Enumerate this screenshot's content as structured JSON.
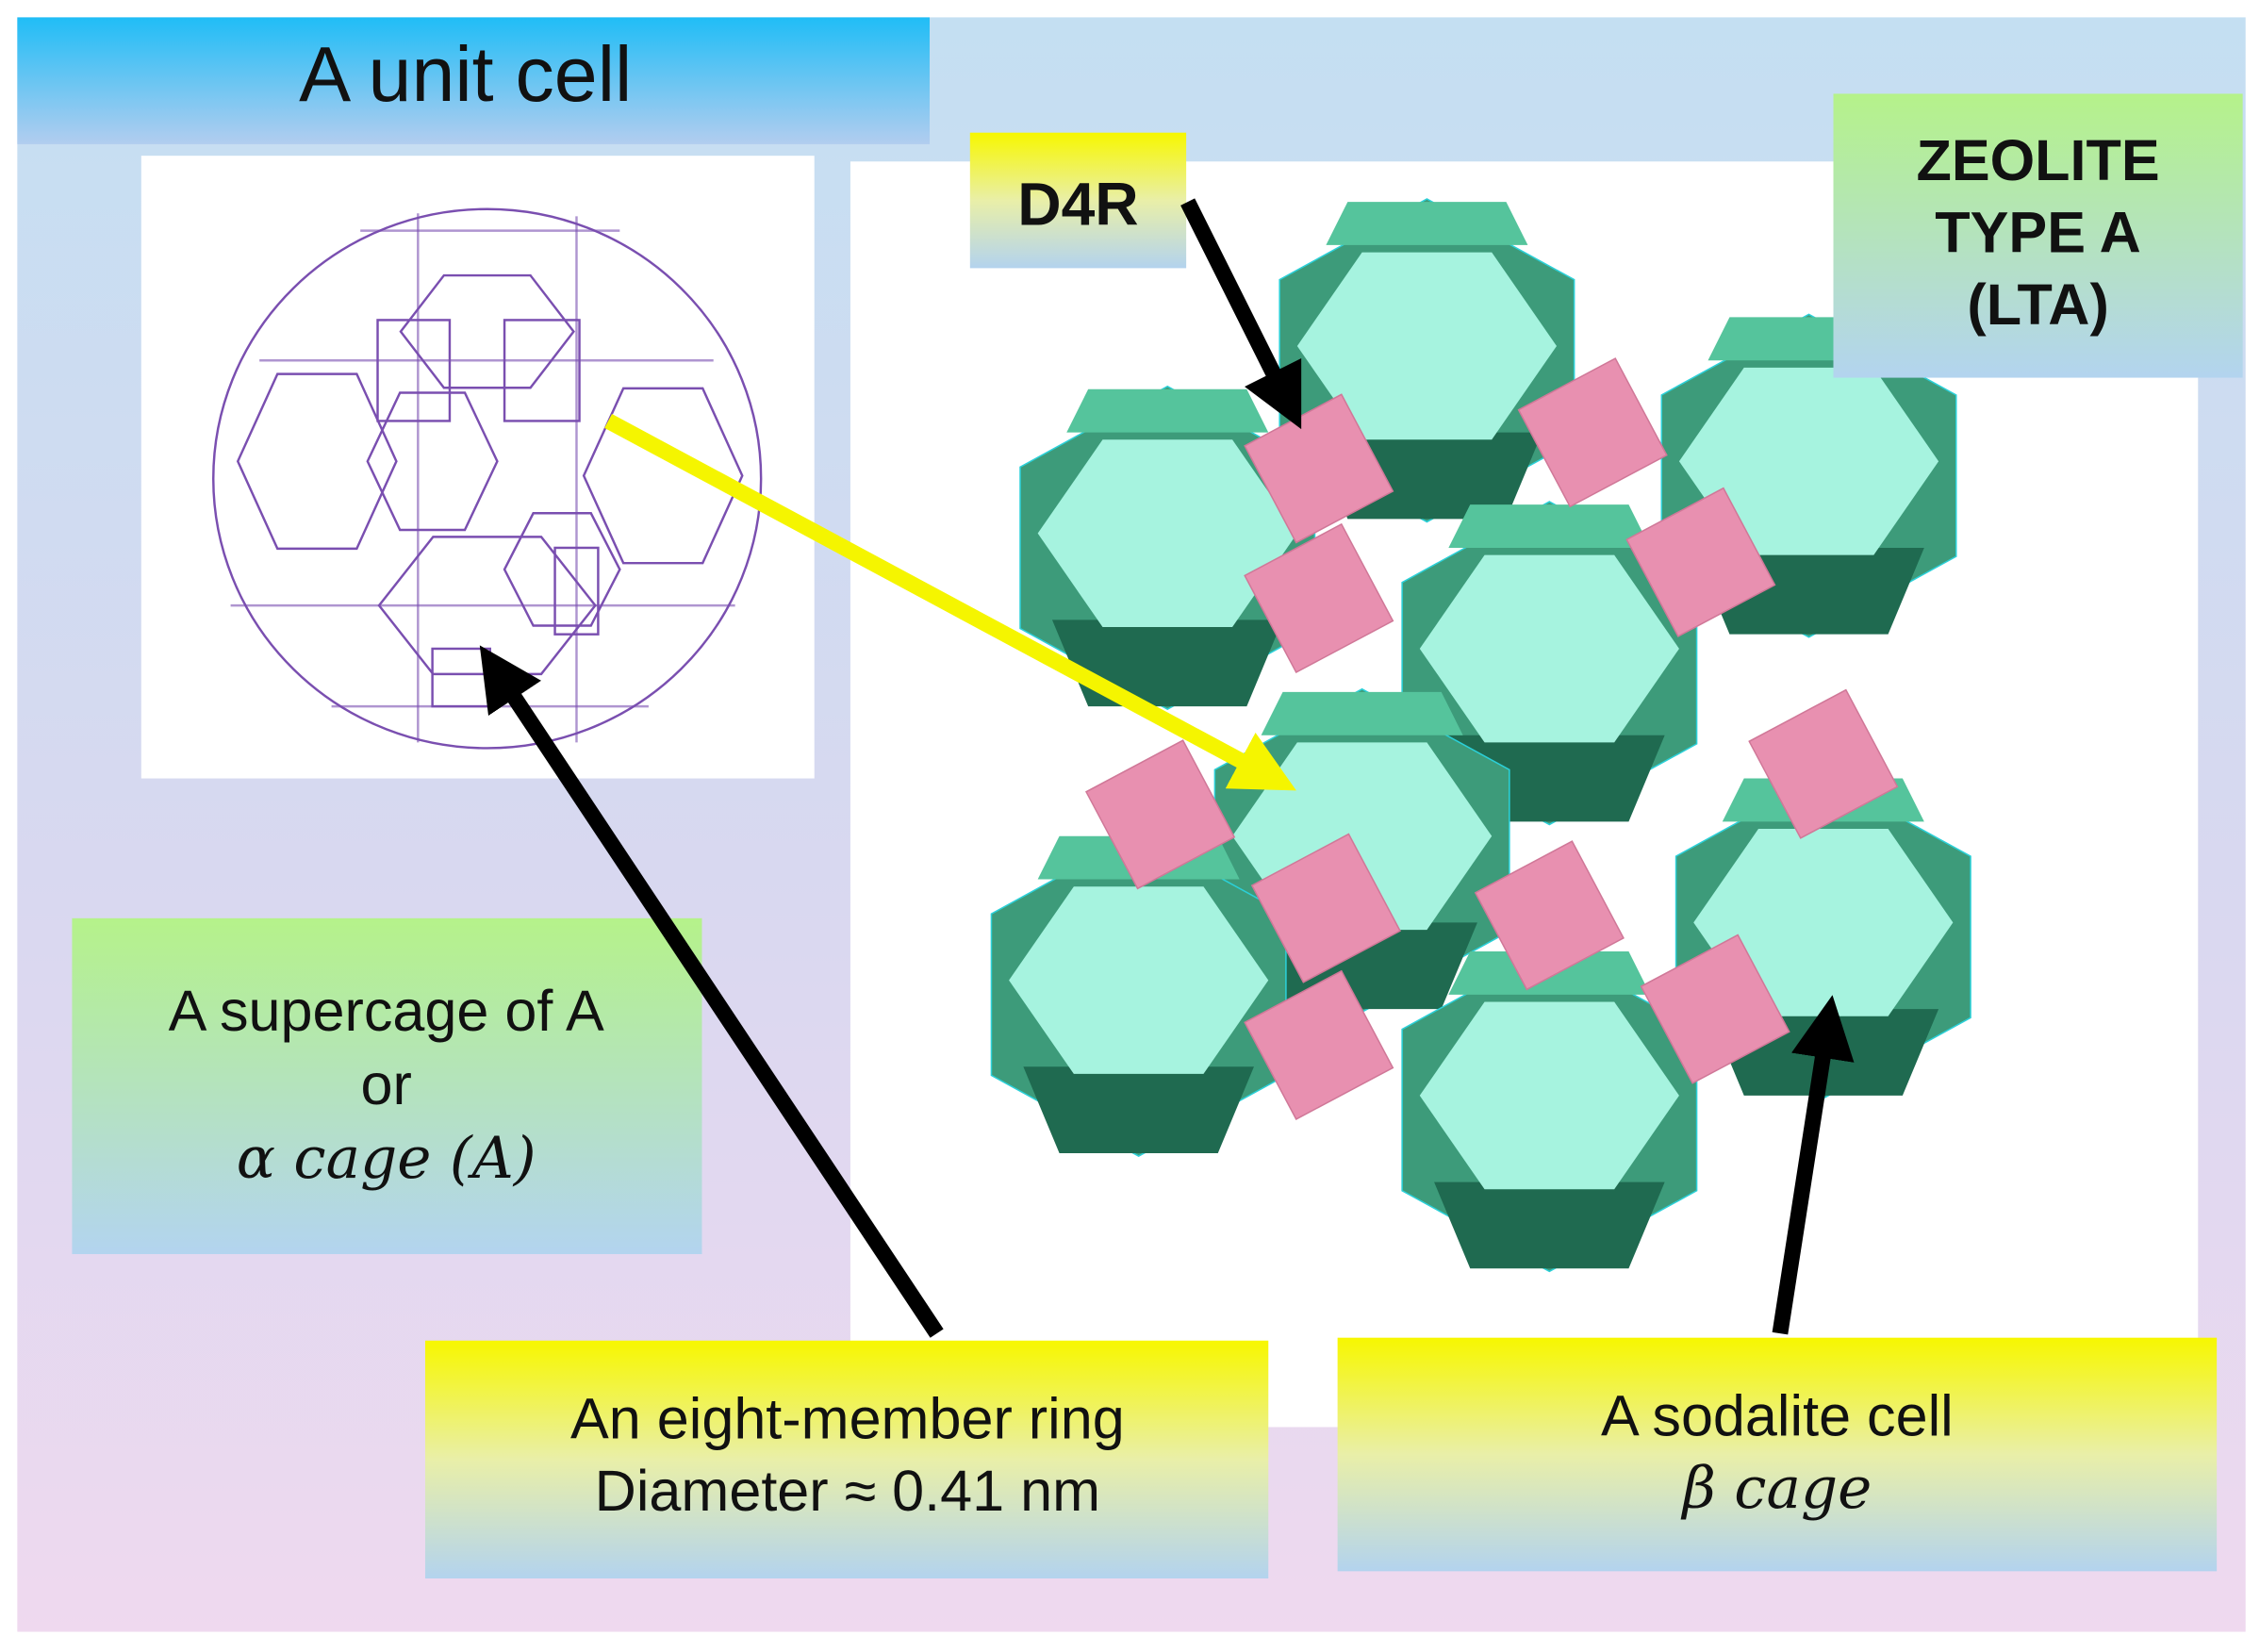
{
  "title": "A unit cell",
  "labels": {
    "d4r": "D4R",
    "zeolite": [
      "ZEOLITE",
      "TYPE A",
      "(LTA)"
    ],
    "supercage": [
      "A supercage of A",
      "or",
      "α cage (A)"
    ],
    "ring": [
      "An eight-member ring",
      "Diameter ≈ 0.41 nm"
    ],
    "sodalite": [
      "A sodalite cell",
      "β cage"
    ]
  },
  "colors": {
    "cage_face": "#a6f3df",
    "cage_side": "#3d9b7a",
    "cage_dark": "#1f6a50",
    "d4r_square": "#e890b0",
    "wireframe": "#7a4fb0",
    "pointer_arrow": "#000000",
    "highlight_arrow": "#f5f500"
  },
  "icons": [
    "arrow",
    "polyhedron-wireframe",
    "zeolite-framework"
  ]
}
